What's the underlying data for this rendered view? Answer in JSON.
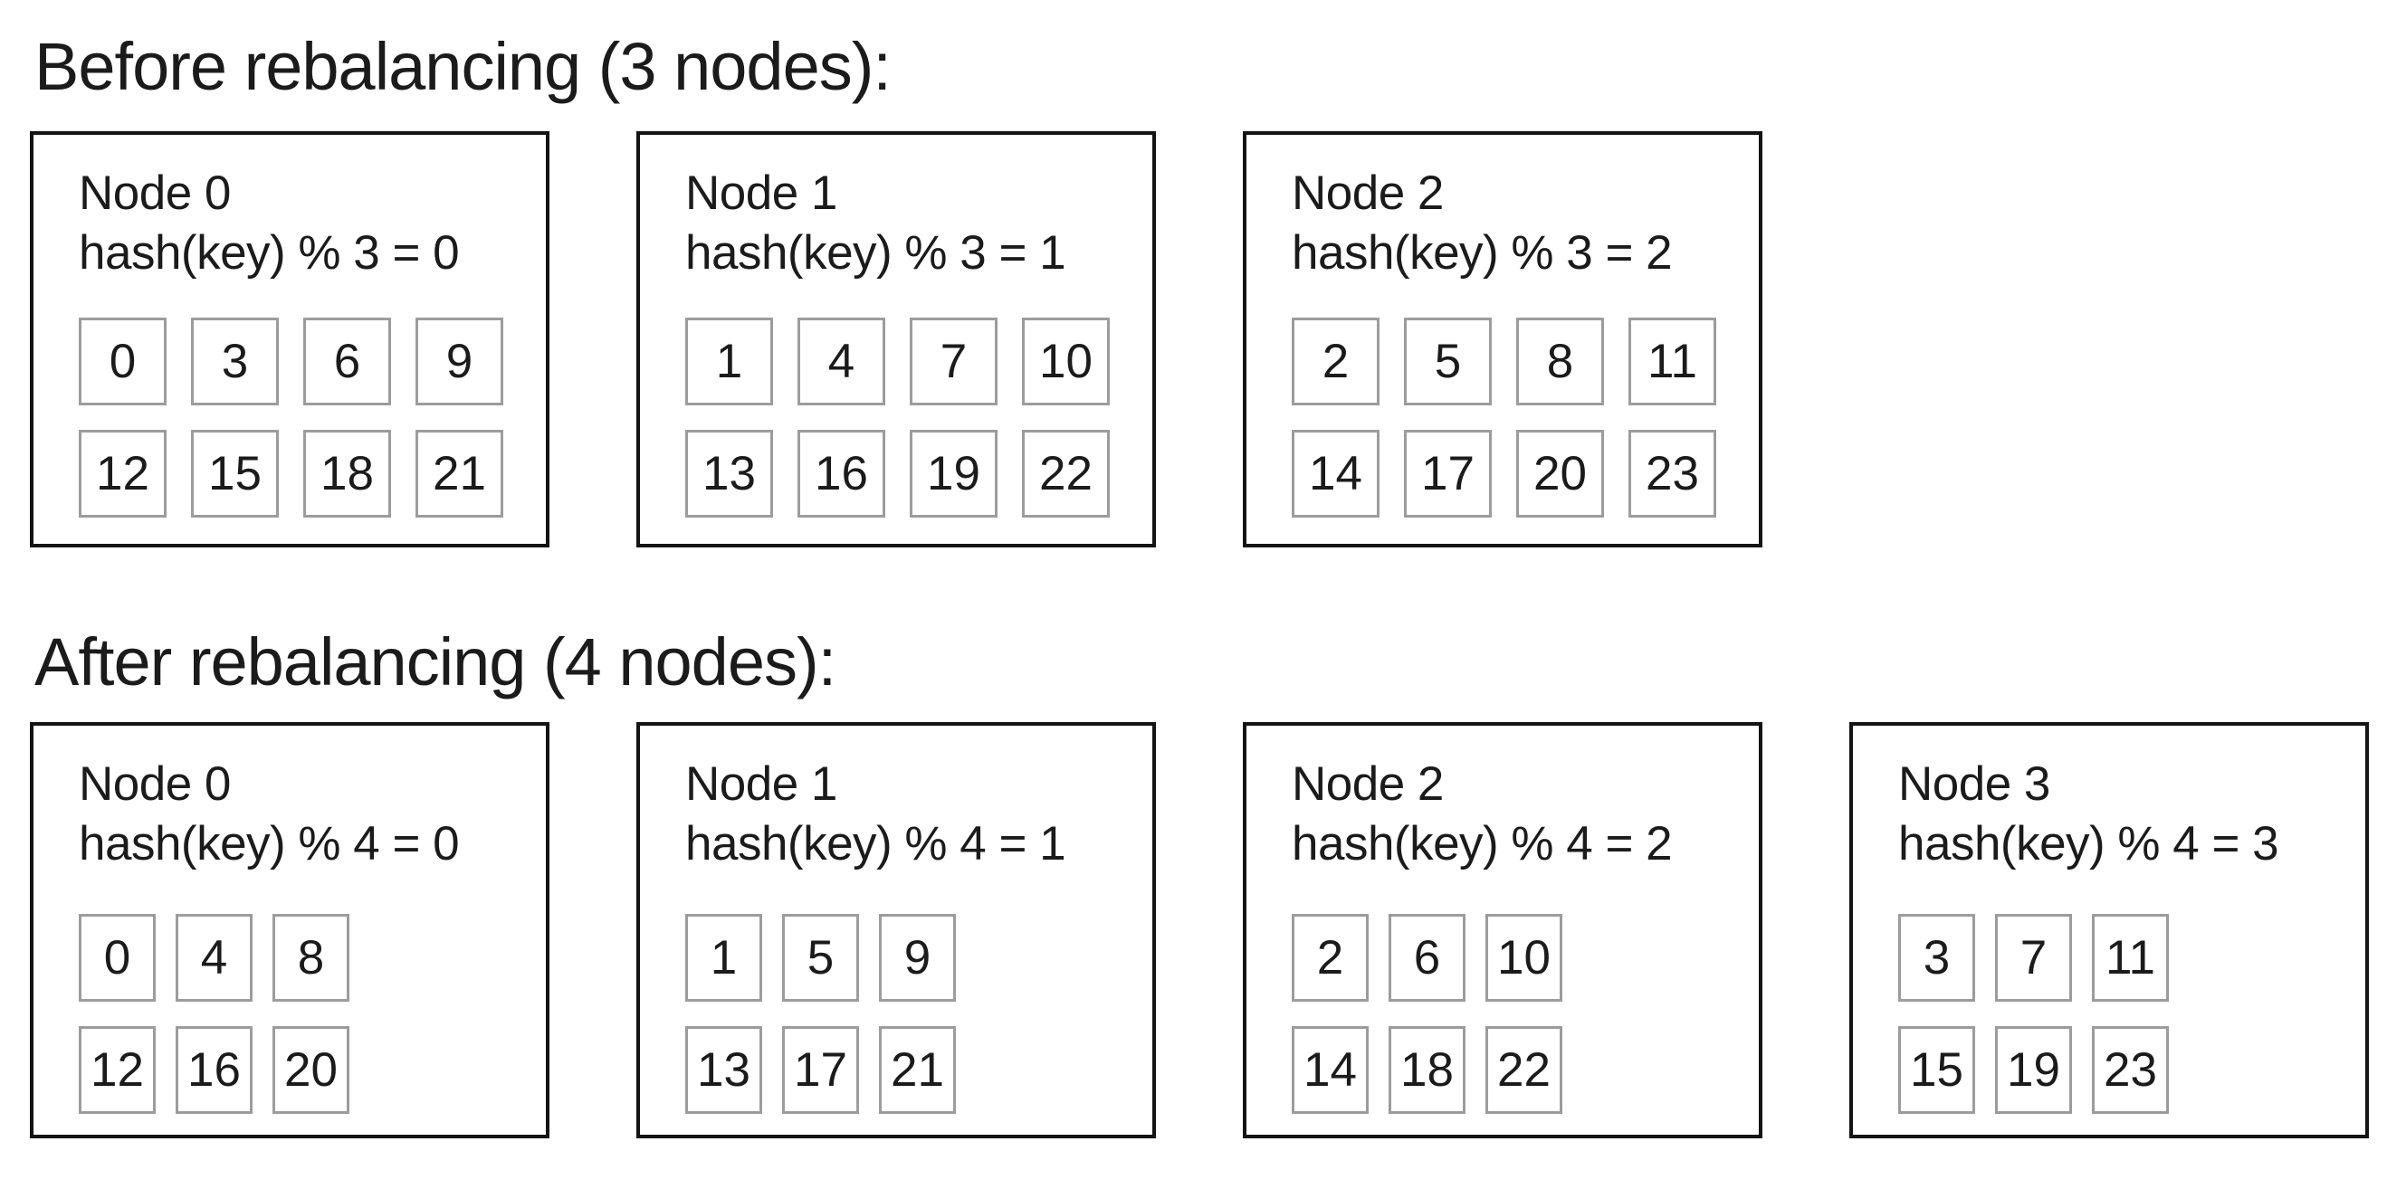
{
  "diagram": {
    "colors": {
      "background": "#ffffff",
      "box_border": "#141414",
      "cell_border": "#9c9c9c",
      "text": "#1b1b1b"
    },
    "sections": [
      {
        "id": "before",
        "title": "Before rebalancing (3 nodes):",
        "nodes": [
          {
            "name": "Node 0",
            "rule": "hash(key) % 3 = 0",
            "key_rows": [
              [
                "0",
                "3",
                "6",
                "9"
              ],
              [
                "12",
                "15",
                "18",
                "21"
              ]
            ]
          },
          {
            "name": "Node 1",
            "rule": "hash(key) % 3 = 1",
            "key_rows": [
              [
                "1",
                "4",
                "7",
                "10"
              ],
              [
                "13",
                "16",
                "19",
                "22"
              ]
            ]
          },
          {
            "name": "Node 2",
            "rule": "hash(key) % 3 = 2",
            "key_rows": [
              [
                "2",
                "5",
                "8",
                "11"
              ],
              [
                "14",
                "17",
                "20",
                "23"
              ]
            ]
          }
        ]
      },
      {
        "id": "after",
        "title": "After rebalancing (4 nodes):",
        "nodes": [
          {
            "name": "Node 0",
            "rule": "hash(key) % 4 = 0",
            "key_rows": [
              [
                "0",
                "4",
                "8"
              ],
              [
                "12",
                "16",
                "20"
              ]
            ]
          },
          {
            "name": "Node 1",
            "rule": "hash(key) % 4 = 1",
            "key_rows": [
              [
                "1",
                "5",
                "9"
              ],
              [
                "13",
                "17",
                "21"
              ]
            ]
          },
          {
            "name": "Node 2",
            "rule": "hash(key) % 4 = 2",
            "key_rows": [
              [
                "2",
                "6",
                "10"
              ],
              [
                "14",
                "18",
                "22"
              ]
            ]
          },
          {
            "name": "Node 3",
            "rule": "hash(key) % 4 = 3",
            "key_rows": [
              [
                "3",
                "7",
                "11"
              ],
              [
                "15",
                "19",
                "23"
              ]
            ]
          }
        ]
      }
    ]
  }
}
